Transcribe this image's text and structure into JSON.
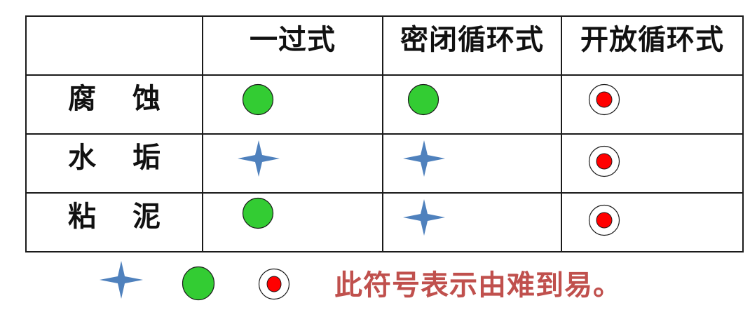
{
  "table": {
    "header": {
      "blank": "",
      "columns": [
        "一过式",
        "密闭循环式",
        "开放循环式"
      ]
    },
    "rows": [
      {
        "label_chars": [
          "腐",
          "蚀"
        ],
        "label": "腐 蚀",
        "cells": [
          "green-circle",
          "green-circle",
          "red-target"
        ]
      },
      {
        "label_chars": [
          "水",
          "垢"
        ],
        "label": "水 垢",
        "cells": [
          "blue-star",
          "blue-star",
          "red-target"
        ]
      },
      {
        "label_chars": [
          "粘",
          "泥"
        ],
        "label": "粘 泥",
        "cells": [
          "green-circle",
          "blue-star",
          "red-target"
        ]
      }
    ]
  },
  "legend": {
    "symbols": [
      "blue-star",
      "green-circle",
      "red-target"
    ],
    "text": "此符号表示由难到易。"
  },
  "colors": {
    "border": "#1a1a1a",
    "green_circle_fill": "#33cc33",
    "blue_star_fill": "#4f81bd",
    "red_target_fill": "#ff0000",
    "legend_text": "#c0504d",
    "header_text": "#111111"
  }
}
